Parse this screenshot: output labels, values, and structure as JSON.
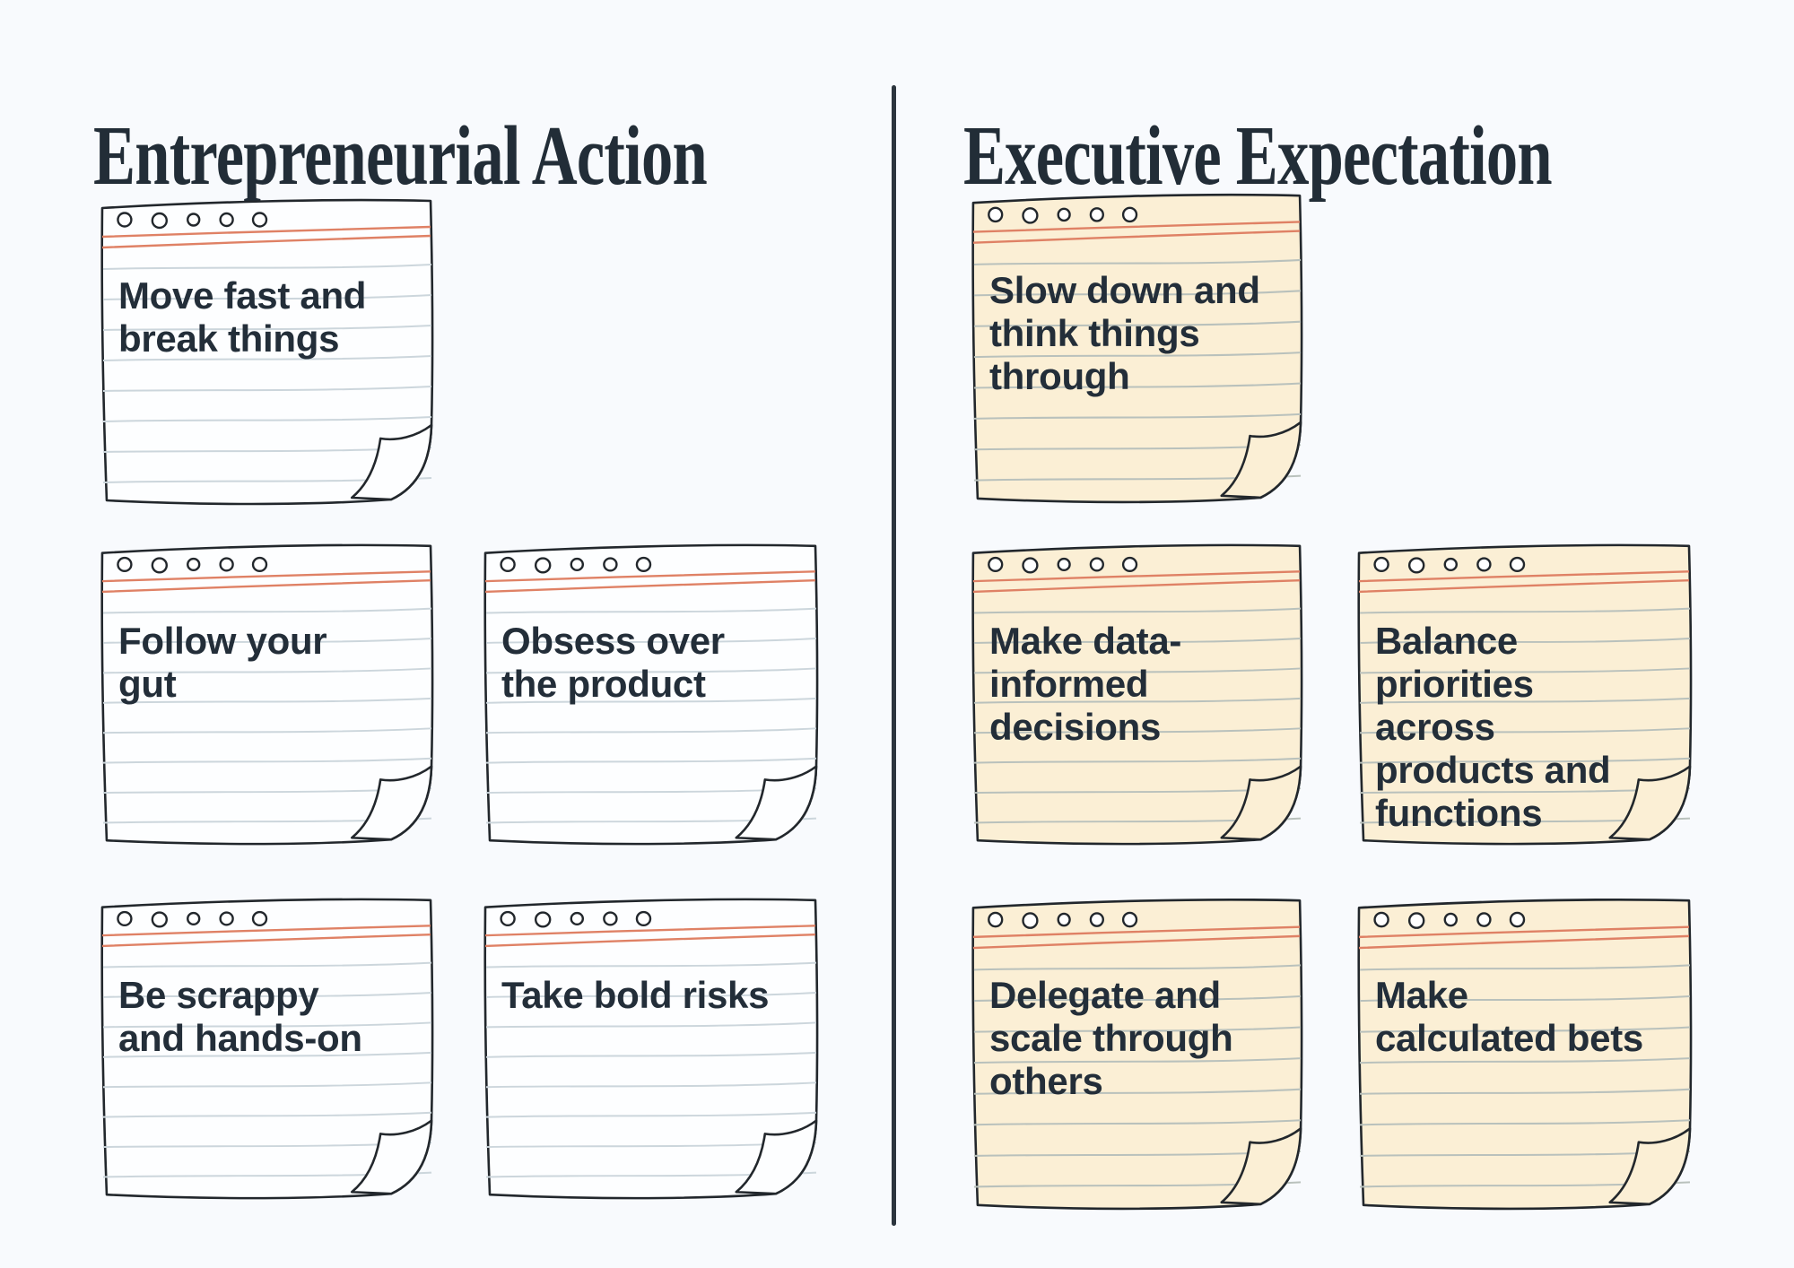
{
  "colors": {
    "background": "#f8fafd",
    "ink": "#22272c",
    "text": "#232e39",
    "title": "#222d37",
    "divider": "#2c353e",
    "red_line": "#df8165",
    "paper_white": "#fdfeff",
    "paper_cream": "#fbefd5",
    "rule_white": "#ccd6dc",
    "rule_cream": "#b9c1bc",
    "hole_fill": "#ffffff"
  },
  "left_column": {
    "title": "Entrepreneurial Action",
    "notes": [
      {
        "text": "Move fast and\nbreak things"
      },
      {
        "text": "Follow your\ngut"
      },
      {
        "text": "Obsess over\nthe product"
      },
      {
        "text": "Be scrappy\nand hands-on"
      },
      {
        "text": "Take bold risks"
      }
    ]
  },
  "right_column": {
    "title": "Executive Expectation",
    "notes": [
      {
        "text": "Slow down and\nthink things\nthrough"
      },
      {
        "text": "Make data-\ninformed\ndecisions"
      },
      {
        "text": "Balance\npriorities\nacross\nproducts and\nfunctions"
      },
      {
        "text": "Delegate and\nscale through\nothers"
      },
      {
        "text": "Make\ncalculated bets"
      }
    ]
  }
}
